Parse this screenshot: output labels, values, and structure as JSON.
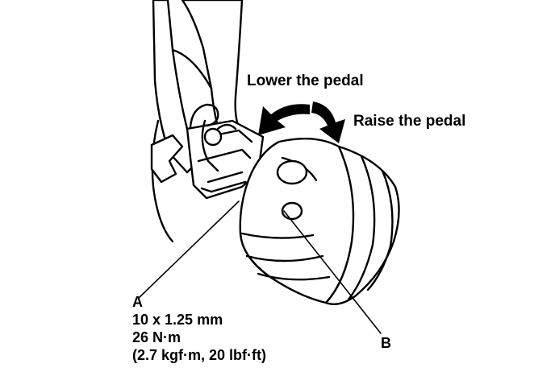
{
  "labels": {
    "lower_pedal": "Lower the pedal",
    "raise_pedal": "Raise the pedal",
    "callout_a": "A",
    "spec_line1": "10 x 1.25 mm",
    "spec_line2": "26 N·m",
    "spec_line3": "(2.7 kgf·m, 20 lbf·ft)",
    "callout_b": "B"
  }
}
